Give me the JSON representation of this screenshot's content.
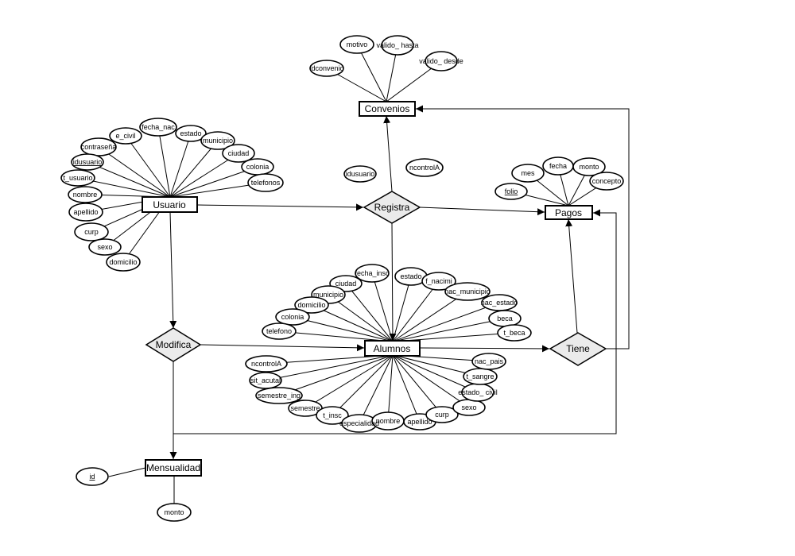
{
  "entities": {
    "usuario": "Usuario",
    "convenios": "Convenios",
    "pagos": "Pagos",
    "alumnos": "Alumnos",
    "mensualidad": "Mensualidad"
  },
  "relationships": {
    "registra": "Registra",
    "modifica": "Modifica",
    "tiene": "Tiene"
  },
  "attributes": {
    "convenios": [
      "motivo",
      "valido_ hasta",
      "valido_ desde",
      "idconvenio"
    ],
    "usuario": [
      "e_civil",
      "fecha_nac",
      "estado",
      "municipio",
      "ciudad",
      "colonia",
      "telefonos",
      "contraseña",
      "idusuario",
      "t_usuario",
      "nombre",
      "apellido",
      "curp",
      "sexo",
      "domicilio"
    ],
    "floating": [
      "idusuario",
      "ncontrolA"
    ],
    "pagos": [
      "mes",
      "fecha",
      "monto",
      "concepto",
      "folio"
    ],
    "alumnos": [
      "fecha_insc",
      "estado",
      "f_nacimi",
      "ciudad",
      "municipio",
      "nac_municipio",
      "domicilio",
      "nac_estado",
      "colonia",
      "beca",
      "telefono",
      "t_beca",
      "ncontrolA",
      "sit_acutal",
      "semestre_ing",
      "semestre",
      "t_insc",
      "especialidad",
      "nombre",
      "apellido",
      "curp",
      "sexo",
      "estado_ civil",
      "t_sangre",
      "nac_pais"
    ],
    "mensualidad": [
      "id",
      "monto"
    ]
  }
}
